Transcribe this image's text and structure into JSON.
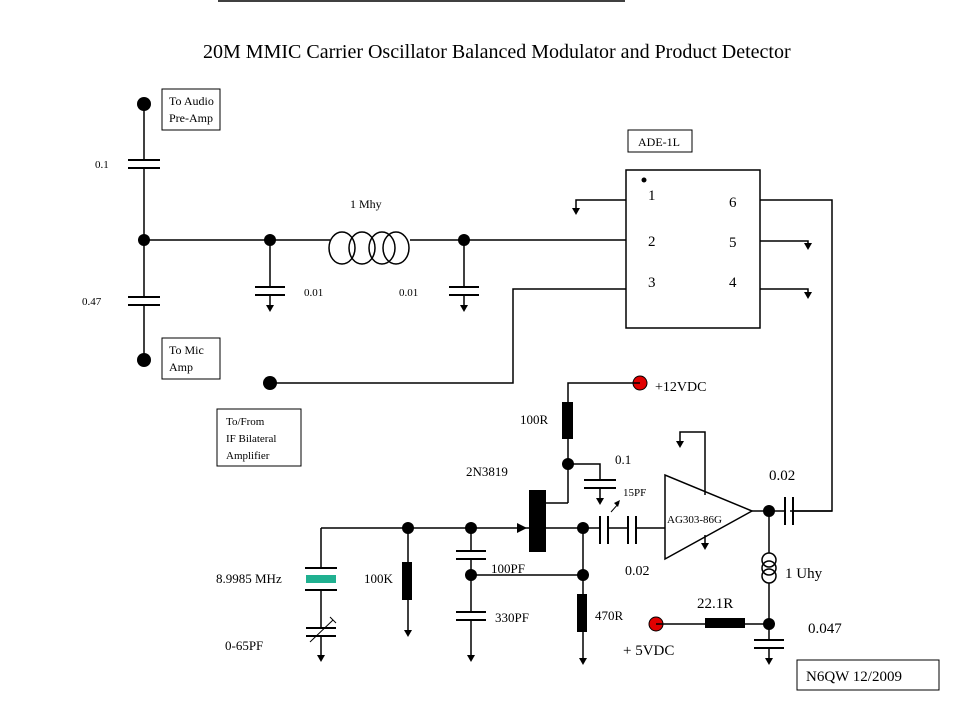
{
  "title": "20M MMIC Carrier Oscillator Balanced Modulator and Product Detector",
  "labels": {
    "to_audio_line1": "To Audio",
    "to_audio_line2": "Pre-Amp",
    "to_mic_line1": "To Mic",
    "to_mic_line2": "Amp",
    "to_from_line1": "To/From",
    "to_from_line2": "IF Bilateral",
    "to_from_line3": "Amplifier",
    "mixer_name": "ADE-1L",
    "pin1": "1",
    "pin2": "2",
    "pin3": "3",
    "pin4": "4",
    "pin5": "5",
    "pin6": "6",
    "c_audio": "0.1",
    "c_mic": "0.47",
    "inductor_top": "1 Mhy",
    "c_left_filter": "0.01",
    "c_right_filter": "0.01",
    "supply_12": "+12VDC",
    "r_drain": "100R",
    "c_drain_bypass": "0.1",
    "c_trim": "15PF",
    "fet": "2N3819",
    "mmic": "AG303-86G",
    "c_out": "0.02",
    "c_coupling": "0.02",
    "inductor_out": "1 Uhy",
    "r_mmic": "22.1R",
    "c_mmic_bypass": "0.047",
    "supply_5": "+ 5VDC",
    "r_source": "470R",
    "c_fb1": "100PF",
    "c_fb2": "330PF",
    "r_gate": "100K",
    "crystal": "8.9985 MHz",
    "trimmer": "0-65PF",
    "credit": "N6QW 12/2009"
  },
  "colors": {
    "wire": "#000000",
    "supply_terminal": "#e00000",
    "crystal": "#20b090"
  },
  "icons": [
    "ground-icon",
    "crystal-icon",
    "mmic-amplifier-icon",
    "jfet-icon",
    "inductor-icon"
  ]
}
